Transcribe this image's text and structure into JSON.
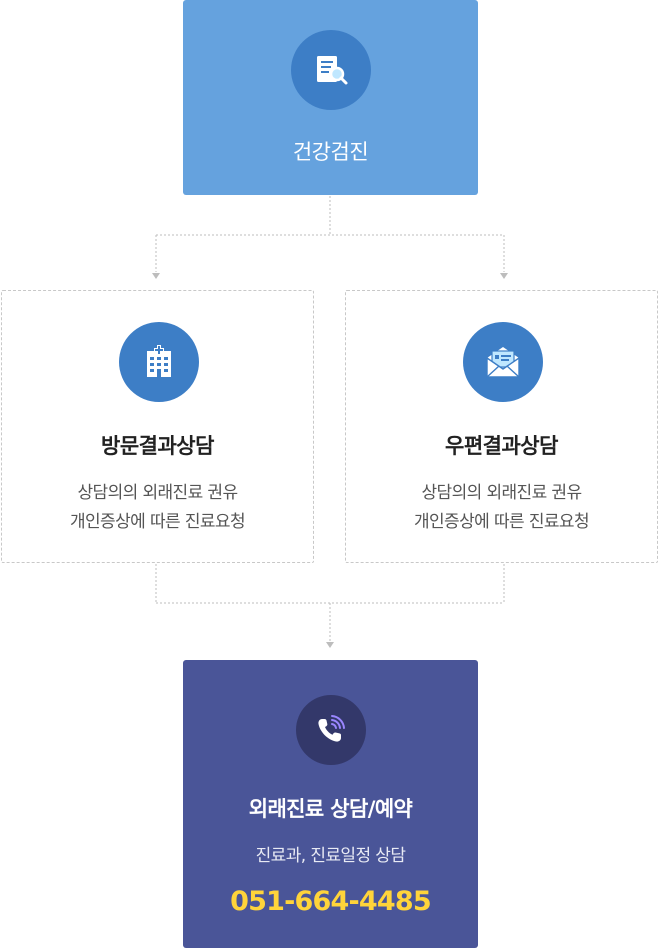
{
  "top": {
    "title": "건강검진",
    "icon": "document-search-icon"
  },
  "visit": {
    "title": "방문결과상담",
    "desc_line1": "상담의의 외래진료 권유",
    "desc_line2": "개인증상에 따른 진료요청",
    "icon": "hospital-building-icon"
  },
  "mail": {
    "title": "우편결과상담",
    "desc_line1": "상담의의 외래진료 권유",
    "desc_line2": "개인증상에 따른 진료요청",
    "icon": "envelope-open-icon"
  },
  "bottom": {
    "title": "외래진료 상담/예약",
    "desc": "진료과, 진료일정 상담",
    "phone": "051-664-4485",
    "icon": "phone-call-icon"
  },
  "colors": {
    "top_box": "#65a2de",
    "icon_circle": "#3d7ec6",
    "bottom_box": "#4a5598",
    "bottom_circle": "#33386a",
    "phone_text": "#ffd43a",
    "connector": "#bdbdbd"
  }
}
